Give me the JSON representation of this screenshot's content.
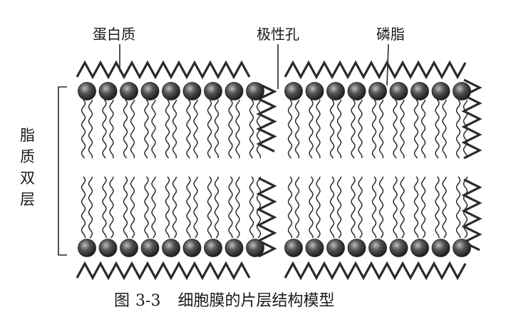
{
  "labels": {
    "protein": "蛋白质",
    "pore": "极性孔",
    "phospholipid": "磷脂",
    "bilayer": "脂质双层"
  },
  "caption": {
    "prefix": "图",
    "number": "3-3",
    "title": "细胞膜的片层结构模型"
  },
  "colors": {
    "line": "#2a2a2a",
    "head_dark": "#1e1e1e",
    "head_light": "#bdbdbd"
  }
}
